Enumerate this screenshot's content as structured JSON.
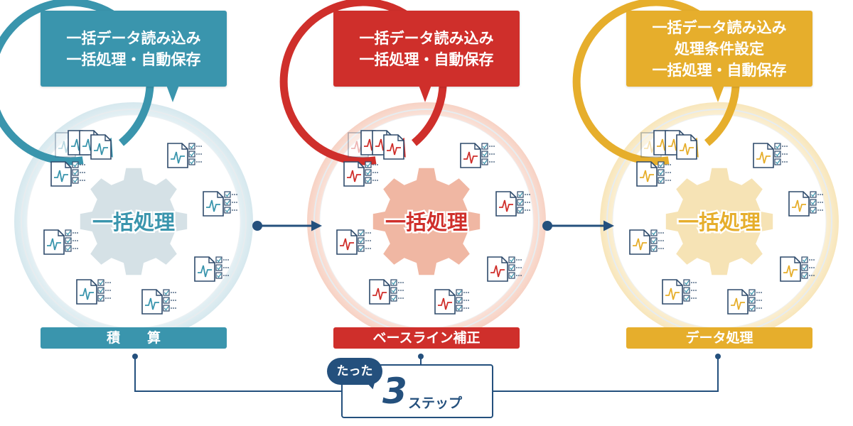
{
  "panels": [
    {
      "id": "integration",
      "color": "#3a95ad",
      "light": "#d5e1e6",
      "glow": "#dfeef2",
      "callout_lines": [
        "一括データ読み込み",
        "一括処理・自動保存"
      ],
      "gear_label": "一括処理",
      "bottom_label": "積　　算"
    },
    {
      "id": "baseline",
      "color": "#cf2f2b",
      "light": "#f0b7a3",
      "glow": "#fbe1d8",
      "callout_lines": [
        "一括データ読み込み",
        "一括処理・自動保存"
      ],
      "gear_label": "一括処理",
      "bottom_label": "ベースライン補正"
    },
    {
      "id": "data-processing",
      "color": "#e6ae2c",
      "light": "#f6e3b5",
      "glow": "#fcf1d6",
      "callout_lines": [
        "一括データ読み込み",
        "処理条件設定",
        "一括処理・自動保存"
      ],
      "gear_label": "一括処理",
      "bottom_label": "データ処理"
    }
  ],
  "connector_color": "#24507d",
  "steps": {
    "badge": "たった",
    "number": "3",
    "word": "ステップ"
  }
}
